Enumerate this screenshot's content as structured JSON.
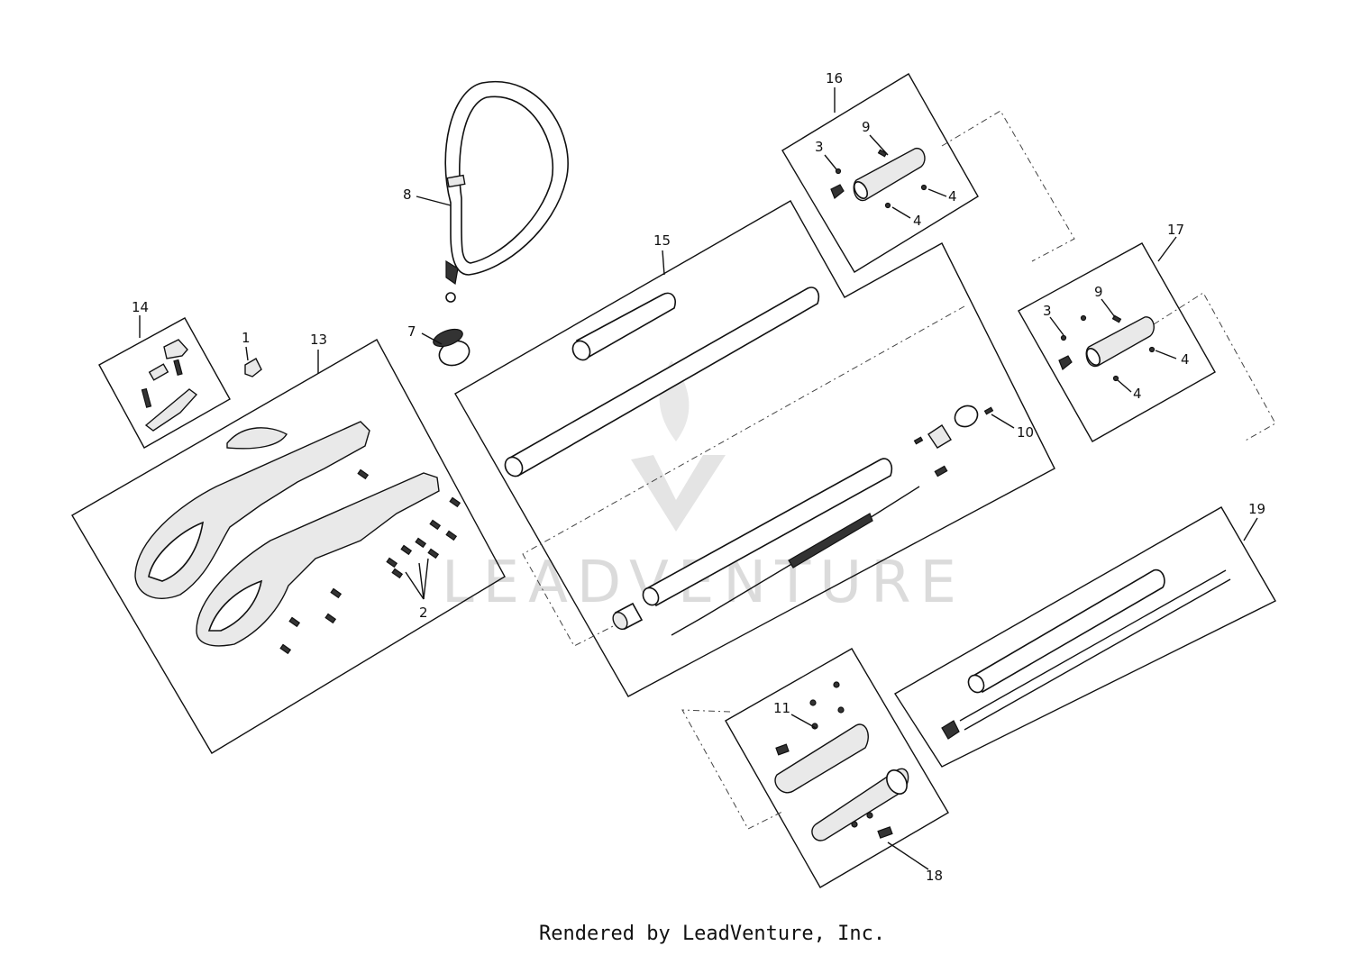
{
  "callouts": {
    "c1": "1",
    "c2": "2",
    "c3a": "3",
    "c3b": "3",
    "c4a": "4",
    "c4b": "4",
    "c4c": "4",
    "c4d": "4",
    "c7": "7",
    "c8": "8",
    "c9a": "9",
    "c9b": "9",
    "c10": "10",
    "c11": "11",
    "c13": "13",
    "c14": "14",
    "c15": "15",
    "c16": "16",
    "c17": "17",
    "c18": "18",
    "c19": "19"
  },
  "watermark": "LEADVENTURE",
  "footer": "Rendered by LeadVenture, Inc."
}
